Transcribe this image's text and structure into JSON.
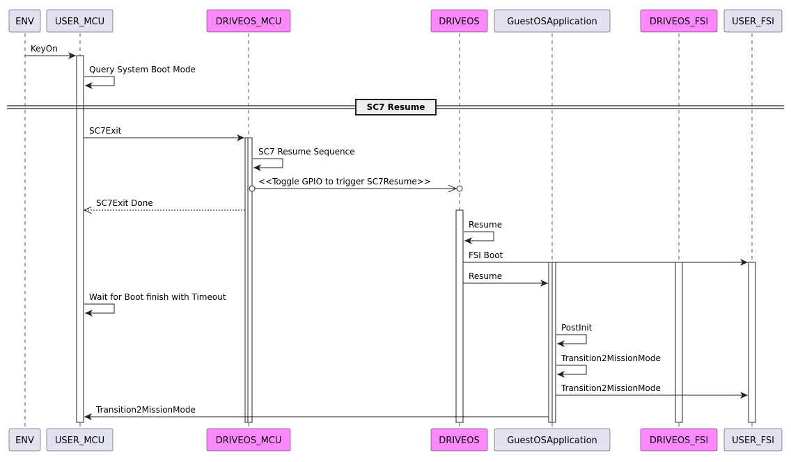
{
  "participants": [
    {
      "id": "env",
      "label": "ENV",
      "color": "#E2E2F0"
    },
    {
      "id": "user_mcu",
      "label": "USER_MCU",
      "color": "#E2E2F0"
    },
    {
      "id": "driveos_mcu",
      "label": "DRIVEOS_MCU",
      "color": "#FF88FF"
    },
    {
      "id": "driveos",
      "label": "DRIVEOS",
      "color": "#FF88FF"
    },
    {
      "id": "guest_app",
      "label": "GuestOSApplication",
      "color": "#E2E2F0"
    },
    {
      "id": "driveos_fsi",
      "label": "DRIVEOS_FSI",
      "color": "#FF88FF"
    },
    {
      "id": "user_fsi",
      "label": "USER_FSI",
      "color": "#E2E2F0"
    }
  ],
  "divider": {
    "label": "SC7 Resume"
  },
  "messages": [
    {
      "id": "keyon",
      "from": "env",
      "to": "user_mcu",
      "label": "KeyOn",
      "style": "solid"
    },
    {
      "id": "query-boot-mode",
      "from": "user_mcu",
      "to": "user_mcu",
      "label": "Query System Boot Mode",
      "style": "self"
    },
    {
      "id": "sc7exit",
      "from": "user_mcu",
      "to": "driveos_mcu",
      "label": "SC7Exit",
      "style": "solid"
    },
    {
      "id": "sc7-resume-seq",
      "from": "driveos_mcu",
      "to": "driveos_mcu",
      "label": "SC7 Resume Sequence",
      "style": "self"
    },
    {
      "id": "toggle-gpio",
      "from": "driveos_mcu",
      "to": "driveos",
      "label": "<<Toggle GPIO to trigger SC7Resume>>",
      "style": "async-circle"
    },
    {
      "id": "sc7exit-done",
      "from": "driveos_mcu",
      "to": "user_mcu",
      "label": "SC7Exit Done",
      "style": "dashed"
    },
    {
      "id": "resume-self",
      "from": "driveos",
      "to": "driveos",
      "label": "Resume",
      "style": "self"
    },
    {
      "id": "fsi-boot",
      "from": "driveos",
      "to": "user_fsi",
      "label": "FSI Boot",
      "style": "solid"
    },
    {
      "id": "resume-guest",
      "from": "driveos",
      "to": "guest_app",
      "label": "Resume",
      "style": "solid"
    },
    {
      "id": "wait-boot",
      "from": "user_mcu",
      "to": "user_mcu",
      "label": "Wait for Boot finish with Timeout",
      "style": "self"
    },
    {
      "id": "postinit",
      "from": "guest_app",
      "to": "guest_app",
      "label": "PostInit",
      "style": "self"
    },
    {
      "id": "t2mm-self",
      "from": "guest_app",
      "to": "guest_app",
      "label": "Transition2MissionMode",
      "style": "self"
    },
    {
      "id": "t2mm-fsi",
      "from": "guest_app",
      "to": "user_fsi",
      "label": "Transition2MissionMode",
      "style": "solid"
    },
    {
      "id": "t2mm-mcu",
      "from": "guest_app",
      "to": "user_mcu",
      "label": "Transition2MissionMode",
      "style": "solid"
    }
  ]
}
